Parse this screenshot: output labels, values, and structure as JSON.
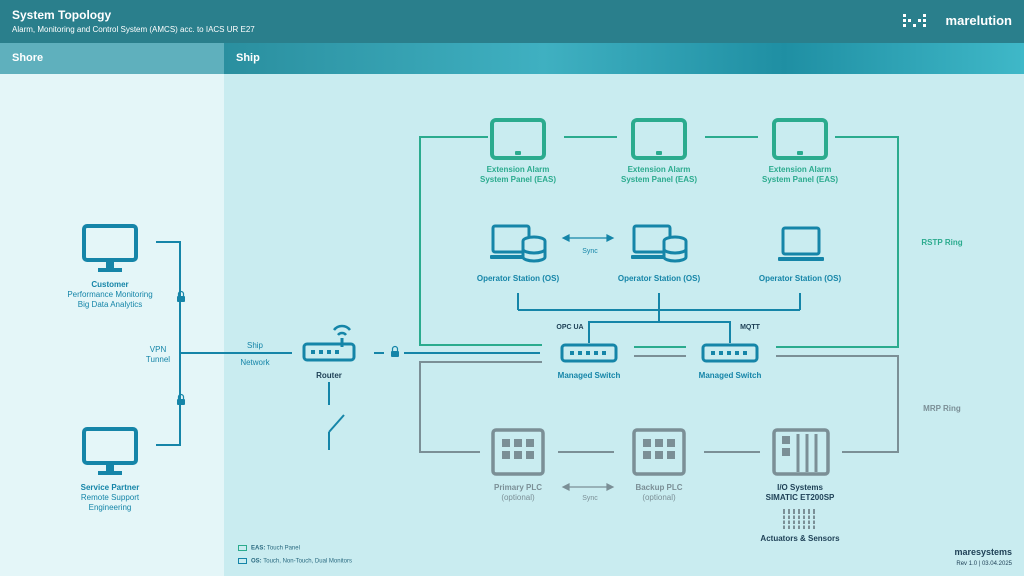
{
  "header": {
    "title": "System Topology",
    "subtitle": "Alarm, Monitoring and Control System (AMCS) acc. to IACS UR E27",
    "brand": "marelution"
  },
  "sections": {
    "shore": "Shore",
    "ship": "Ship"
  },
  "shore": {
    "customer": {
      "title": "Customer",
      "line1": "Performance Monitoring",
      "line2": "Big Data Analytics"
    },
    "partner": {
      "title": "Service Partner",
      "line1": "Remote Support",
      "line2": "Engineering"
    },
    "vpn_line1": "VPN",
    "vpn_line2": "Tunnel"
  },
  "network": {
    "ship_network_line1": "Ship",
    "ship_network_line2": "Network",
    "router": "Router"
  },
  "eas": [
    {
      "line1": "Extension Alarm",
      "line2": "System Panel (EAS)"
    },
    {
      "line1": "Extension Alarm",
      "line2": "System Panel (EAS)"
    },
    {
      "line1": "Extension Alarm",
      "line2": "System Panel (EAS)"
    }
  ],
  "os": [
    "Operator Station (OS)",
    "Operator Station (OS)",
    "Operator Station (OS)"
  ],
  "sync_label": "Sync",
  "switches": {
    "left": "Managed Switch",
    "right": "Managed Switch",
    "opc_ua": "OPC UA",
    "mqtt": "MQTT"
  },
  "rings": {
    "rstp": "RSTP Ring",
    "mrp": "MRP Ring"
  },
  "plc": {
    "primary": "Primary PLC",
    "backup": "Backup PLC",
    "optional": "(optional)",
    "io_line1": "I/O Systems",
    "io_line2": "SIMATIC ET200SP",
    "actuators": "Actuators & Sensors"
  },
  "legend": {
    "eas_key": "EAS:",
    "eas_desc": "Touch Panel",
    "os_key": "OS:",
    "os_desc": "Touch, Non-Touch, Dual Monitors"
  },
  "footer": {
    "logo": "maresystems",
    "revision": "Rev 1.0 | 03.04.2025"
  },
  "colors": {
    "header": "#2a7f8c",
    "blue": "#1585a8",
    "teal": "#2bab8e",
    "gray": "#7b8f96"
  }
}
